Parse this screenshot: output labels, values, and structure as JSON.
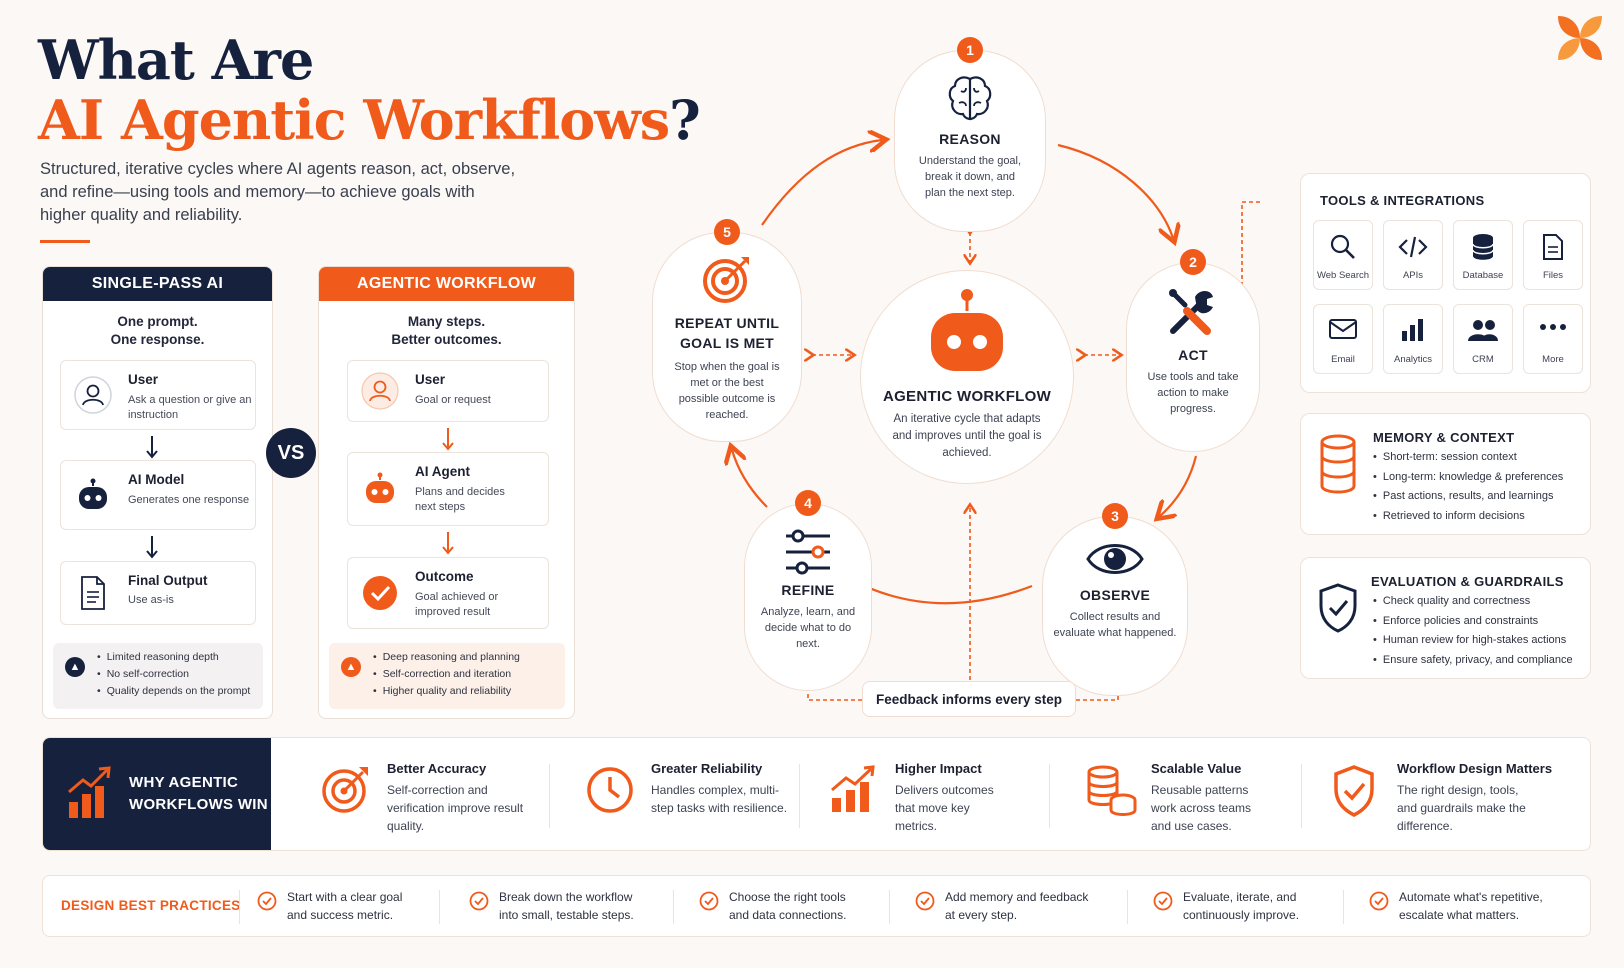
{
  "header": {
    "title_line1": "What Are",
    "title_line2": "AI Agentic Workflows",
    "title_qmark": "?",
    "subtitle": "Structured, iterative cycles where AI agents reason, act, observe, and refine—using tools and memory—to achieve goals with higher quality and reliability."
  },
  "single_pass": {
    "header": "SINGLE-PASS AI",
    "tagline1": "One prompt.",
    "tagline2": "One response.",
    "steps": [
      {
        "title": "User",
        "desc": "Ask a question or give an instruction"
      },
      {
        "title": "AI Model",
        "desc": "Generates one response"
      },
      {
        "title": "Final Output",
        "desc": "Use as-is"
      }
    ],
    "notes": [
      "Limited reasoning depth",
      "No self-correction",
      "Quality depends on the prompt"
    ]
  },
  "vs": "VS",
  "agentic": {
    "header": "AGENTIC WORKFLOW",
    "tagline1": "Many steps.",
    "tagline2": "Better outcomes.",
    "steps": [
      {
        "title": "User",
        "desc": "Goal or request"
      },
      {
        "title": "AI Agent",
        "desc": "Plans and decides next steps"
      },
      {
        "title": "Outcome",
        "desc": "Goal achieved or improved result"
      }
    ],
    "notes": [
      "Deep reasoning and planning",
      "Self-correction and iteration",
      "Higher quality and reliability"
    ]
  },
  "cycle": {
    "center_title": "AGENTIC WORKFLOW",
    "center_desc": "An iterative cycle that adapts and improves until the goal is achieved.",
    "feedback": "Feedback informs every step",
    "nodes": [
      {
        "num": "1",
        "title": "REASON",
        "desc": "Understand the goal, break it down, and plan the next step.",
        "icon": "brain-icon"
      },
      {
        "num": "2",
        "title": "ACT",
        "desc": "Use tools and take action to make progress.",
        "icon": "tools-icon"
      },
      {
        "num": "3",
        "title": "OBSERVE",
        "desc": "Collect results and evaluate what happened.",
        "icon": "eye-icon"
      },
      {
        "num": "4",
        "title": "REFINE",
        "desc": "Analyze, learn, and decide what to do next.",
        "icon": "sliders-icon"
      },
      {
        "num": "5",
        "title": "REPEAT UNTIL GOAL IS MET",
        "desc": "Stop when the goal is met or the best possible outcome is reached.",
        "icon": "target-icon"
      }
    ]
  },
  "tools": {
    "title": "TOOLS & INTEGRATIONS",
    "items": [
      {
        "label": "Web Search",
        "icon": "search-icon"
      },
      {
        "label": "APIs",
        "icon": "code-icon"
      },
      {
        "label": "Database",
        "icon": "database-icon"
      },
      {
        "label": "Files",
        "icon": "file-icon"
      },
      {
        "label": "Email",
        "icon": "mail-icon"
      },
      {
        "label": "Analytics",
        "icon": "bar-chart-icon"
      },
      {
        "label": "CRM",
        "icon": "users-icon"
      },
      {
        "label": "More",
        "icon": "more-icon"
      }
    ]
  },
  "memory": {
    "title": "MEMORY & CONTEXT",
    "items": [
      "Short-term: session context",
      "Long-term: knowledge & preferences",
      "Past actions, results, and learnings",
      "Retrieved to inform decisions"
    ]
  },
  "evaluation": {
    "title": "EVALUATION & GUARDRAILS",
    "items": [
      "Check quality and correctness",
      "Enforce policies and constraints",
      "Human review for high-stakes actions",
      "Ensure safety, privacy, and compliance"
    ]
  },
  "why": {
    "title_line1": "WHY AGENTIC",
    "title_line2": "WORKFLOWS WIN",
    "items": [
      {
        "title": "Better Accuracy",
        "desc": "Self-correction and verification improve result quality."
      },
      {
        "title": "Greater Reliability",
        "desc": "Handles complex, multi-step tasks with resilience."
      },
      {
        "title": "Higher Impact",
        "desc": "Delivers outcomes that move key metrics."
      },
      {
        "title": "Scalable Value",
        "desc": "Reusable patterns work across teams and use cases."
      },
      {
        "title": "Workflow Design Matters",
        "desc": "The right design, tools, and guardrails make the difference."
      }
    ]
  },
  "best_practices": {
    "title": "DESIGN BEST PRACTICES",
    "items": [
      {
        "line1": "Start with a clear goal",
        "line2": "and success metric."
      },
      {
        "line1": "Break down the workflow",
        "line2": "into small, testable steps."
      },
      {
        "line1": "Choose the right tools",
        "line2": "and data connections."
      },
      {
        "line1": "Add memory and feedback",
        "line2": "at every step."
      },
      {
        "line1": "Evaluate, iterate, and",
        "line2": "continuously improve."
      },
      {
        "line1": "Automate what's repetitive,",
        "line2": "escalate what matters."
      }
    ]
  },
  "colors": {
    "accent": "#f05a1a",
    "navy": "#16213e"
  }
}
